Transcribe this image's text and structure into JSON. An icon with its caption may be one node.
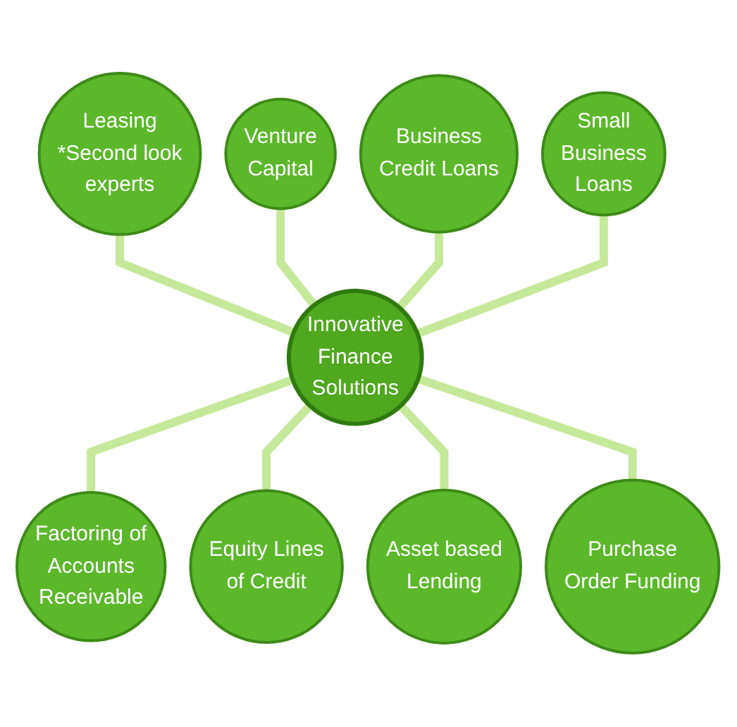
{
  "diagram": {
    "nodes": [
      {
        "text": [
          "Innovative Finance Solutions"
        ]
      },
      {
        "text": [
          "Leasing *Second look experts"
        ]
      },
      {
        "text": [
          "Venture Capital"
        ]
      },
      {
        "text": [
          "Business Credit Loans"
        ]
      },
      {
        "text": [
          "Small Business Loans"
        ]
      },
      {
        "text": [
          "Factoring of Accounts Receivable"
        ]
      },
      {
        "text": [
          "Equity Lines of Credit"
        ]
      },
      {
        "text": [
          "Asset based Lending"
        ]
      },
      {
        "text": [
          "Purchase Order Funding"
        ]
      }
    ],
    "edges": [
      {
        "from": 1,
        "to": 0,
        "arrow": "none"
      },
      {
        "from": 2,
        "to": 0,
        "arrow": "none"
      },
      {
        "from": 3,
        "to": 0,
        "arrow": "none"
      },
      {
        "from": 4,
        "to": 0,
        "arrow": "none"
      },
      {
        "from": 0,
        "to": 5,
        "arrow": "none"
      },
      {
        "from": 0,
        "to": 6,
        "arrow": "none"
      },
      {
        "from": 0,
        "to": 7,
        "arrow": "none"
      },
      {
        "from": 0,
        "to": 8,
        "arrow": "none"
      }
    ]
  }
}
